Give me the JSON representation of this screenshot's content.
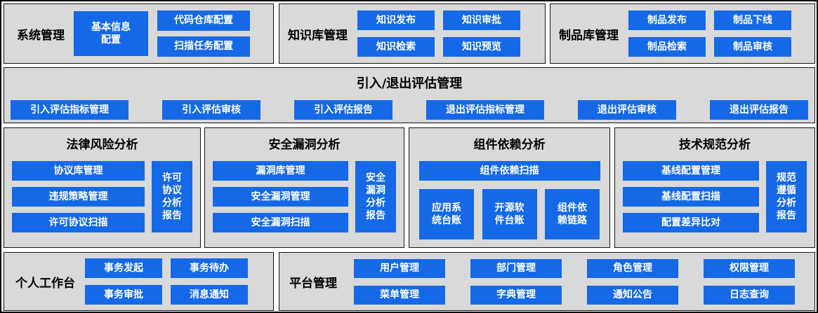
{
  "colors": {
    "accent": "#1569e6",
    "panel": "#d9d9d9"
  },
  "system": {
    "title": "系统管理",
    "basic_info": "基本信息配置",
    "code_repo": "代码仓库配置",
    "scan_task": "扫描任务配置"
  },
  "knowledge": {
    "title": "知识库管理",
    "items": [
      "知识发布",
      "知识审批",
      "知识检索",
      "知识预览"
    ]
  },
  "artifact": {
    "title": "制品库管理",
    "items": [
      "制品发布",
      "制品下线",
      "制品检索",
      "制品审核"
    ]
  },
  "evaluation": {
    "title": "引入/退出评估管理",
    "items": [
      "引入评估指标管理",
      "引入评估审核",
      "引入评估报告",
      "退出评估指标管理",
      "退出评估审核",
      "退出评估报告"
    ]
  },
  "legal": {
    "title": "法律风险分析",
    "items": [
      "协议库管理",
      "违规策略管理",
      "许可协议扫描"
    ],
    "report": "许可协议分析报告"
  },
  "security": {
    "title": "安全漏洞分析",
    "items": [
      "漏洞库管理",
      "安全漏洞管理",
      "安全漏洞扫描"
    ],
    "report": "安全漏洞分析报告"
  },
  "component": {
    "title": "组件依赖分析",
    "scan": "组件依赖扫描",
    "items": [
      "应用系统台账",
      "开源软件台账",
      "组件依赖链路"
    ]
  },
  "tech": {
    "title": "技术规范分析",
    "items": [
      "基线配置管理",
      "基线配置扫描",
      "配置差异比对"
    ],
    "report": "规范遵循分析报告"
  },
  "personal": {
    "title": "个人工作台",
    "items": [
      "事务发起",
      "事务待办",
      "事务审批",
      "消息通知"
    ]
  },
  "platform": {
    "title": "平台管理",
    "items": [
      "用户管理",
      "部门管理",
      "角色管理",
      "权限管理",
      "菜单管理",
      "字典管理",
      "通知公告",
      "日志查询"
    ]
  }
}
